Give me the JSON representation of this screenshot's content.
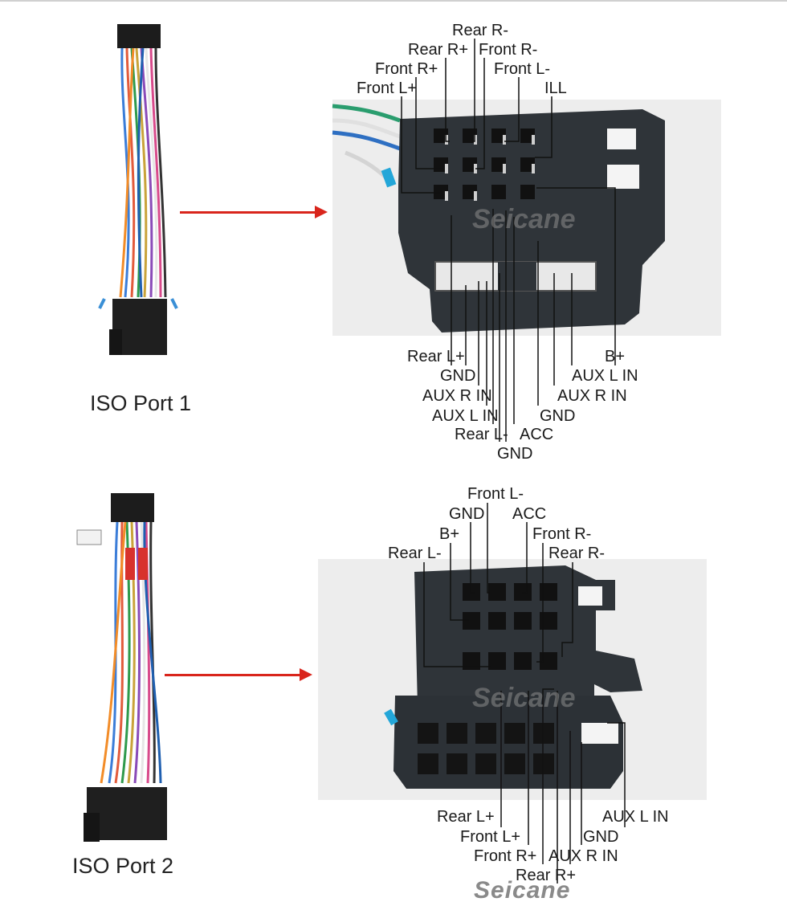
{
  "brand": "Seicane",
  "ports": [
    {
      "name": "ISO Port 1",
      "top_labels": [
        "Rear R-",
        "Rear R+",
        "Front R-",
        "Front R+",
        "Front L-",
        "Front L+",
        "ILL"
      ],
      "bottom_labels": [
        "Rear L+",
        "B+",
        "GND",
        "AUX L IN",
        "AUX R IN",
        "AUX R IN",
        "AUX L IN",
        "GND",
        "Rear L-",
        "ACC",
        "GND"
      ]
    },
    {
      "name": "ISO Port 2",
      "top_labels": [
        "Front L-",
        "GND",
        "ACC",
        "B+",
        "Front R-",
        "Rear L-",
        "Rear R-"
      ],
      "bottom_labels": [
        "Rear L+",
        "AUX L IN",
        "GND",
        "Front L+",
        "Front R+",
        "AUX R IN",
        "Rear R+"
      ]
    }
  ],
  "colors": {
    "arrow": "#d9251c",
    "connector": "#2e3338",
    "wire_line": "#111111"
  }
}
